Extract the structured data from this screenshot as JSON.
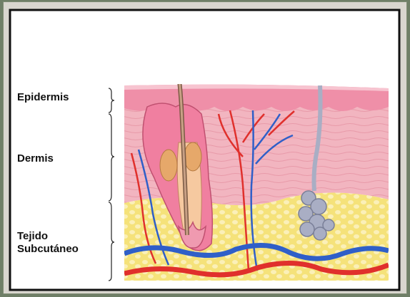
{
  "diagram": {
    "layers": [
      {
        "id": "epidermis",
        "label": "Epidermis"
      },
      {
        "id": "dermis",
        "label": "Dermis"
      },
      {
        "id": "subcutaneous",
        "label_lines": [
          "Tejido",
          "Subcutáneo"
        ]
      }
    ],
    "colors": {
      "epidermis": "#ef8fa8",
      "dermis": "#f2b5c0",
      "subcutaneous": "#f5e27a",
      "fat_cells": "#fbf0b8",
      "artery": "#e0302c",
      "vein": "#2f5fc8",
      "hair_shaft": "#b98a6d",
      "sweat_gland": "#a9aec4",
      "sebaceous_gland": "#e6a86a"
    }
  }
}
